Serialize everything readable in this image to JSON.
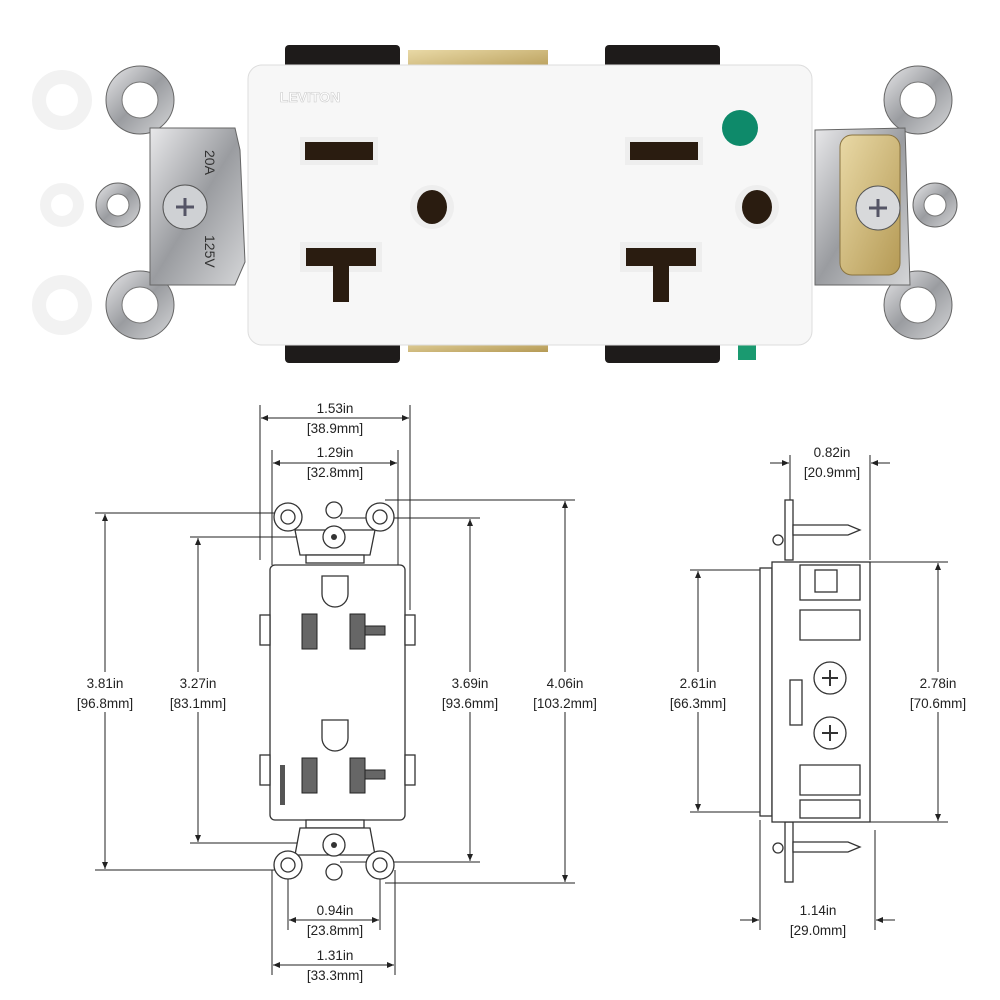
{
  "product_photo": {
    "brand": "LEVITON",
    "strap_markings": [
      "20A",
      "125V"
    ],
    "indicator_color": "#0e8a6a",
    "body_color": "#f7f7f7"
  },
  "front_view": {
    "width_overall": {
      "in": "1.53in",
      "mm": "[38.9mm]"
    },
    "width_body": {
      "in": "1.29in",
      "mm": "[32.8mm]"
    },
    "height_a": {
      "in": "3.81in",
      "mm": "[96.8mm]"
    },
    "height_b": {
      "in": "3.27in",
      "mm": "[83.1mm]"
    },
    "height_c": {
      "in": "3.69in",
      "mm": "[93.6mm]"
    },
    "height_overall": {
      "in": "4.06in",
      "mm": "[103.2mm]"
    },
    "bottom_width_a": {
      "in": "0.94in",
      "mm": "[23.8mm]"
    },
    "bottom_width_b": {
      "in": "1.31in",
      "mm": "[33.3mm]"
    }
  },
  "side_view": {
    "depth_top": {
      "in": "0.82in",
      "mm": "[20.9mm]"
    },
    "height_left": {
      "in": "2.61in",
      "mm": "[66.3mm]"
    },
    "height_right": {
      "in": "2.78in",
      "mm": "[70.6mm]"
    },
    "depth_bottom": {
      "in": "1.14in",
      "mm": "[29.0mm]"
    }
  }
}
